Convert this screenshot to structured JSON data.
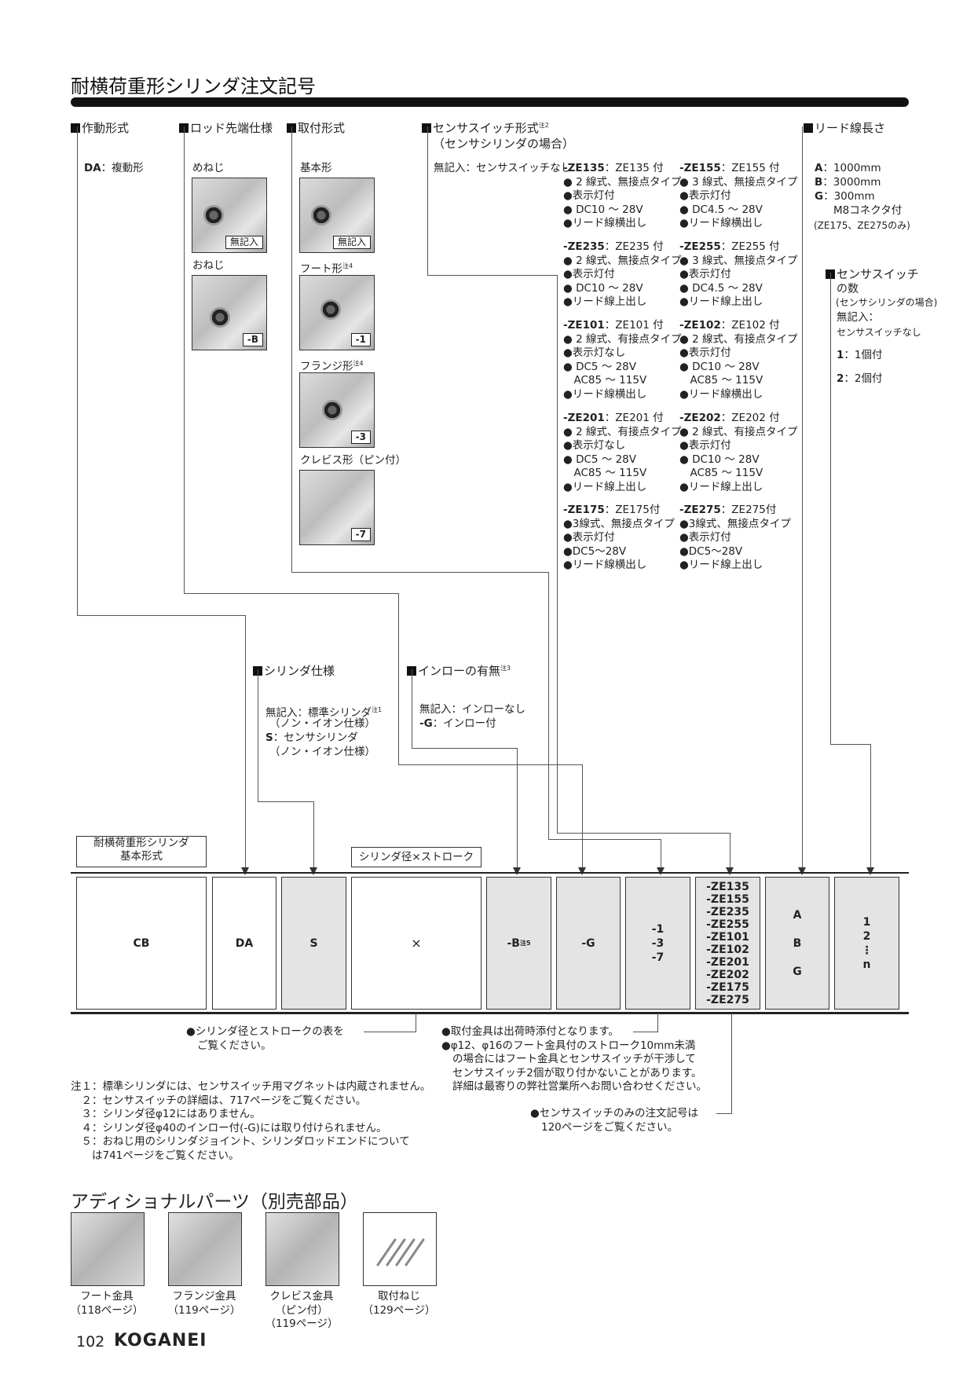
{
  "title": "耐横荷重形シリンダ注文記号",
  "headers": {
    "action": "作動形式",
    "rod": "ロッド先端仕様",
    "mount": "取付形式",
    "sensor": "センサスイッチ形式",
    "sensor_note": "注2",
    "sensor_sub": "（センサシリンダの場合）",
    "lead": "リード線長さ",
    "cyl_spec": "シリンダ仕様",
    "inlow": "インローの有無",
    "inlow_note": "注3"
  },
  "action": {
    "code": "DA",
    "desc": "：複動形"
  },
  "rod": {
    "female": {
      "label": "めねじ",
      "tag": "無記入"
    },
    "male": {
      "label": "おねじ",
      "tag": "-B"
    }
  },
  "mount": {
    "basic": {
      "label": "基本形",
      "tag": "無記入"
    },
    "foot": {
      "label": "フート形",
      "note": "注4",
      "tag": "-1"
    },
    "flange": {
      "label": "フランジ形",
      "note": "注4",
      "tag": "-3"
    },
    "clevis": {
      "label": "クレビス形（ピン付）",
      "tag": "-7"
    }
  },
  "sensor": {
    "none": "無記入：センサスイッチなし",
    "items": [
      {
        "code": "-ZE135",
        "name": "：ZE135 付",
        "lines": [
          "● 2 線式、無接点タイプ",
          "●表示灯付",
          "● DC10 ～ 28V",
          "●リード線横出し"
        ]
      },
      {
        "code": "-ZE155",
        "name": "：ZE155 付",
        "lines": [
          "● 3 線式、無接点タイプ",
          "●表示灯付",
          "● DC4.5 ～ 28V",
          "●リード線横出し"
        ]
      },
      {
        "code": "-ZE235",
        "name": "：ZE235 付",
        "lines": [
          "● 2 線式、無接点タイプ",
          "●表示灯付",
          "● DC10 ～ 28V",
          "●リード線上出し"
        ]
      },
      {
        "code": "-ZE255",
        "name": "：ZE255 付",
        "lines": [
          "● 3 線式、無接点タイプ",
          "●表示灯付",
          "● DC4.5 ～ 28V",
          "●リード線上出し"
        ]
      },
      {
        "code": "-ZE101",
        "name": "：ZE101 付",
        "lines": [
          "● 2 線式、有接点タイプ",
          "●表示灯なし",
          "● DC5 ～ 28V",
          "　AC85 ～ 115V",
          "●リード線横出し"
        ]
      },
      {
        "code": "-ZE102",
        "name": "：ZE102 付",
        "lines": [
          "● 2 線式、有接点タイプ",
          "●表示灯付",
          "● DC10 ～ 28V",
          "　AC85 ～ 115V",
          "●リード線横出し"
        ]
      },
      {
        "code": "-ZE201",
        "name": "：ZE201 付",
        "lines": [
          "● 2 線式、有接点タイプ",
          "●表示灯なし",
          "● DC5 ～ 28V",
          "　AC85 ～ 115V",
          "●リード線上出し"
        ]
      },
      {
        "code": "-ZE202",
        "name": "：ZE202 付",
        "lines": [
          "● 2 線式、有接点タイプ",
          "●表示灯付",
          "● DC10 ～ 28V",
          "　AC85 ～ 115V",
          "●リード線上出し"
        ]
      },
      {
        "code": "-ZE175",
        "name": "：ZE175付",
        "lines": [
          "●3線式、無接点タイプ",
          "●表示灯付",
          "●DC5～28V",
          "●リード線横出し"
        ]
      },
      {
        "code": "-ZE275",
        "name": "：ZE275付",
        "lines": [
          "●3線式、無接点タイプ",
          "●表示灯付",
          "●DC5～28V",
          "●リード線上出し"
        ]
      }
    ]
  },
  "lead": {
    "a_code": "A",
    "a": "：1000mm",
    "b_code": "B",
    "b": "：3000mm",
    "g_code": "G",
    "g": "：300mm",
    "g2": "M8コネクタ付",
    "g3": "(ZE175、ZE275のみ)"
  },
  "sensor_count": {
    "title": "センサスイッチ",
    "title2": "の数",
    "sub": "(センサシリンダの場合)",
    "none": "無記入：",
    "none2": "センサスイッチなし",
    "one_code": "1",
    "one": "：1個付",
    "two_code": "2",
    "two": "：2個付"
  },
  "cyl_spec": {
    "l1": "無記入：標準シリンダ",
    "l1_note": "注1",
    "l2": "（ノン・イオン仕様）",
    "s_code": "S",
    "l3": "：センサシリンダ",
    "l4": "（ノン・イオン仕様）"
  },
  "inlow": {
    "l1": "無記入：インローなし",
    "g_code": "-G",
    "l2": "：インロー付"
  },
  "labels": {
    "basic_type_1": "耐横荷重形シリンダ",
    "basic_type_2": "基本形式",
    "bore_stroke": "シリンダ径×ストローク"
  },
  "boxes": {
    "cb": "CB",
    "da": "DA",
    "s": "S",
    "x": "×",
    "b": "-B",
    "b_note": "注5",
    "g": "-G",
    "mount": [
      "-1",
      "-3",
      "-7"
    ],
    "sensor": [
      "-ZE135",
      "-ZE155",
      "-ZE235",
      "-ZE255",
      "-ZE101",
      "-ZE102",
      "-ZE201",
      "-ZE202",
      "-ZE175",
      "-ZE275"
    ],
    "lead": [
      "A",
      "B",
      "G"
    ],
    "count": [
      "1",
      "2",
      "⋮",
      "n"
    ]
  },
  "below": {
    "bore1": "●シリンダ径とストロークの表を",
    "bore2": "ご覧ください。",
    "m1": "●取付金具は出荷時添付となります。",
    "m2": "●φ12、φ16のフート金具付のストローク10mm未満",
    "m3": "の場合にはフート金具とセンサスイッチが干渉して",
    "m4": "センサスイッチ2個が取り付かないことがあります。",
    "m5": "詳細は最寄りの弊社営業所へお問い合わせください。",
    "s1": "●センサスイッチのみの注文記号は",
    "s2": "120ページをご覧ください。"
  },
  "notes": [
    "注１：標準シリンダには、センサスイッチ用マグネットは内蔵されません。",
    "　２：センサスイッチの詳細は、717ページをご覧ください。",
    "　３：シリンダ径φ12にはありません。",
    "　４：シリンダ径φ40のインロー付(-G)には取り付けられません。",
    "　５：おねじ用のシリンダジョイント、シリンダロッドエンドについて",
    "　　は741ページをご覧ください。"
  ],
  "parts": {
    "title": "アディショナルパーツ（別売部品）",
    "items": [
      {
        "name": "フート金具",
        "page": "（118ページ）"
      },
      {
        "name": "フランジ金具",
        "page": "（119ページ）"
      },
      {
        "name": "クレビス金具",
        "name2": "（ピン付）",
        "page": "（119ページ）"
      },
      {
        "name": "取付ねじ",
        "page": "（129ページ）"
      }
    ]
  },
  "footer": {
    "page": "102",
    "brand": "KOGANEI"
  }
}
